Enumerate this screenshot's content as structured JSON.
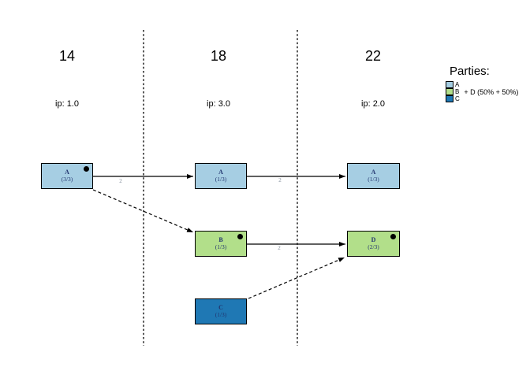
{
  "plot": {
    "columns": [
      {
        "year": "14",
        "ip": "ip: 1.0"
      },
      {
        "year": "18",
        "ip": "ip: 3.0"
      },
      {
        "year": "22",
        "ip": "ip: 2.0"
      }
    ],
    "nodes": [
      {
        "party": "A",
        "share": "(3/3)",
        "color": "#a6cee3",
        "dot": true
      },
      {
        "party": "A",
        "share": "(1/3)",
        "color": "#a6cee3",
        "dot": false
      },
      {
        "party": "A",
        "share": "(1/3)",
        "color": "#a6cee3",
        "dot": false
      },
      {
        "party": "B",
        "share": "(1/3)",
        "color": "#b2df8a",
        "dot": true
      },
      {
        "party": "D",
        "share": "(2/3)",
        "color": "#b2df8a",
        "dot": true
      },
      {
        "party": "C",
        "share": "(1/3)",
        "color": "#1f78b4",
        "dot": false
      }
    ],
    "edge_labels": [
      {
        "label": "2"
      },
      {
        "label": "2"
      },
      {
        "label": "2"
      }
    ],
    "legend": {
      "title": "Parties:",
      "items": [
        {
          "label": "A",
          "color": "#a6cee3",
          "suffix": ""
        },
        {
          "label": "B",
          "color": "#b2df8a",
          "suffix": "+ D (50% + 50%)"
        },
        {
          "label": "C",
          "color": "#1f78b4",
          "suffix": ""
        }
      ]
    },
    "colors": {
      "dot": "#000000",
      "edge": "#000000",
      "node_text": "#22356f",
      "edge_label": "#828c99"
    }
  }
}
